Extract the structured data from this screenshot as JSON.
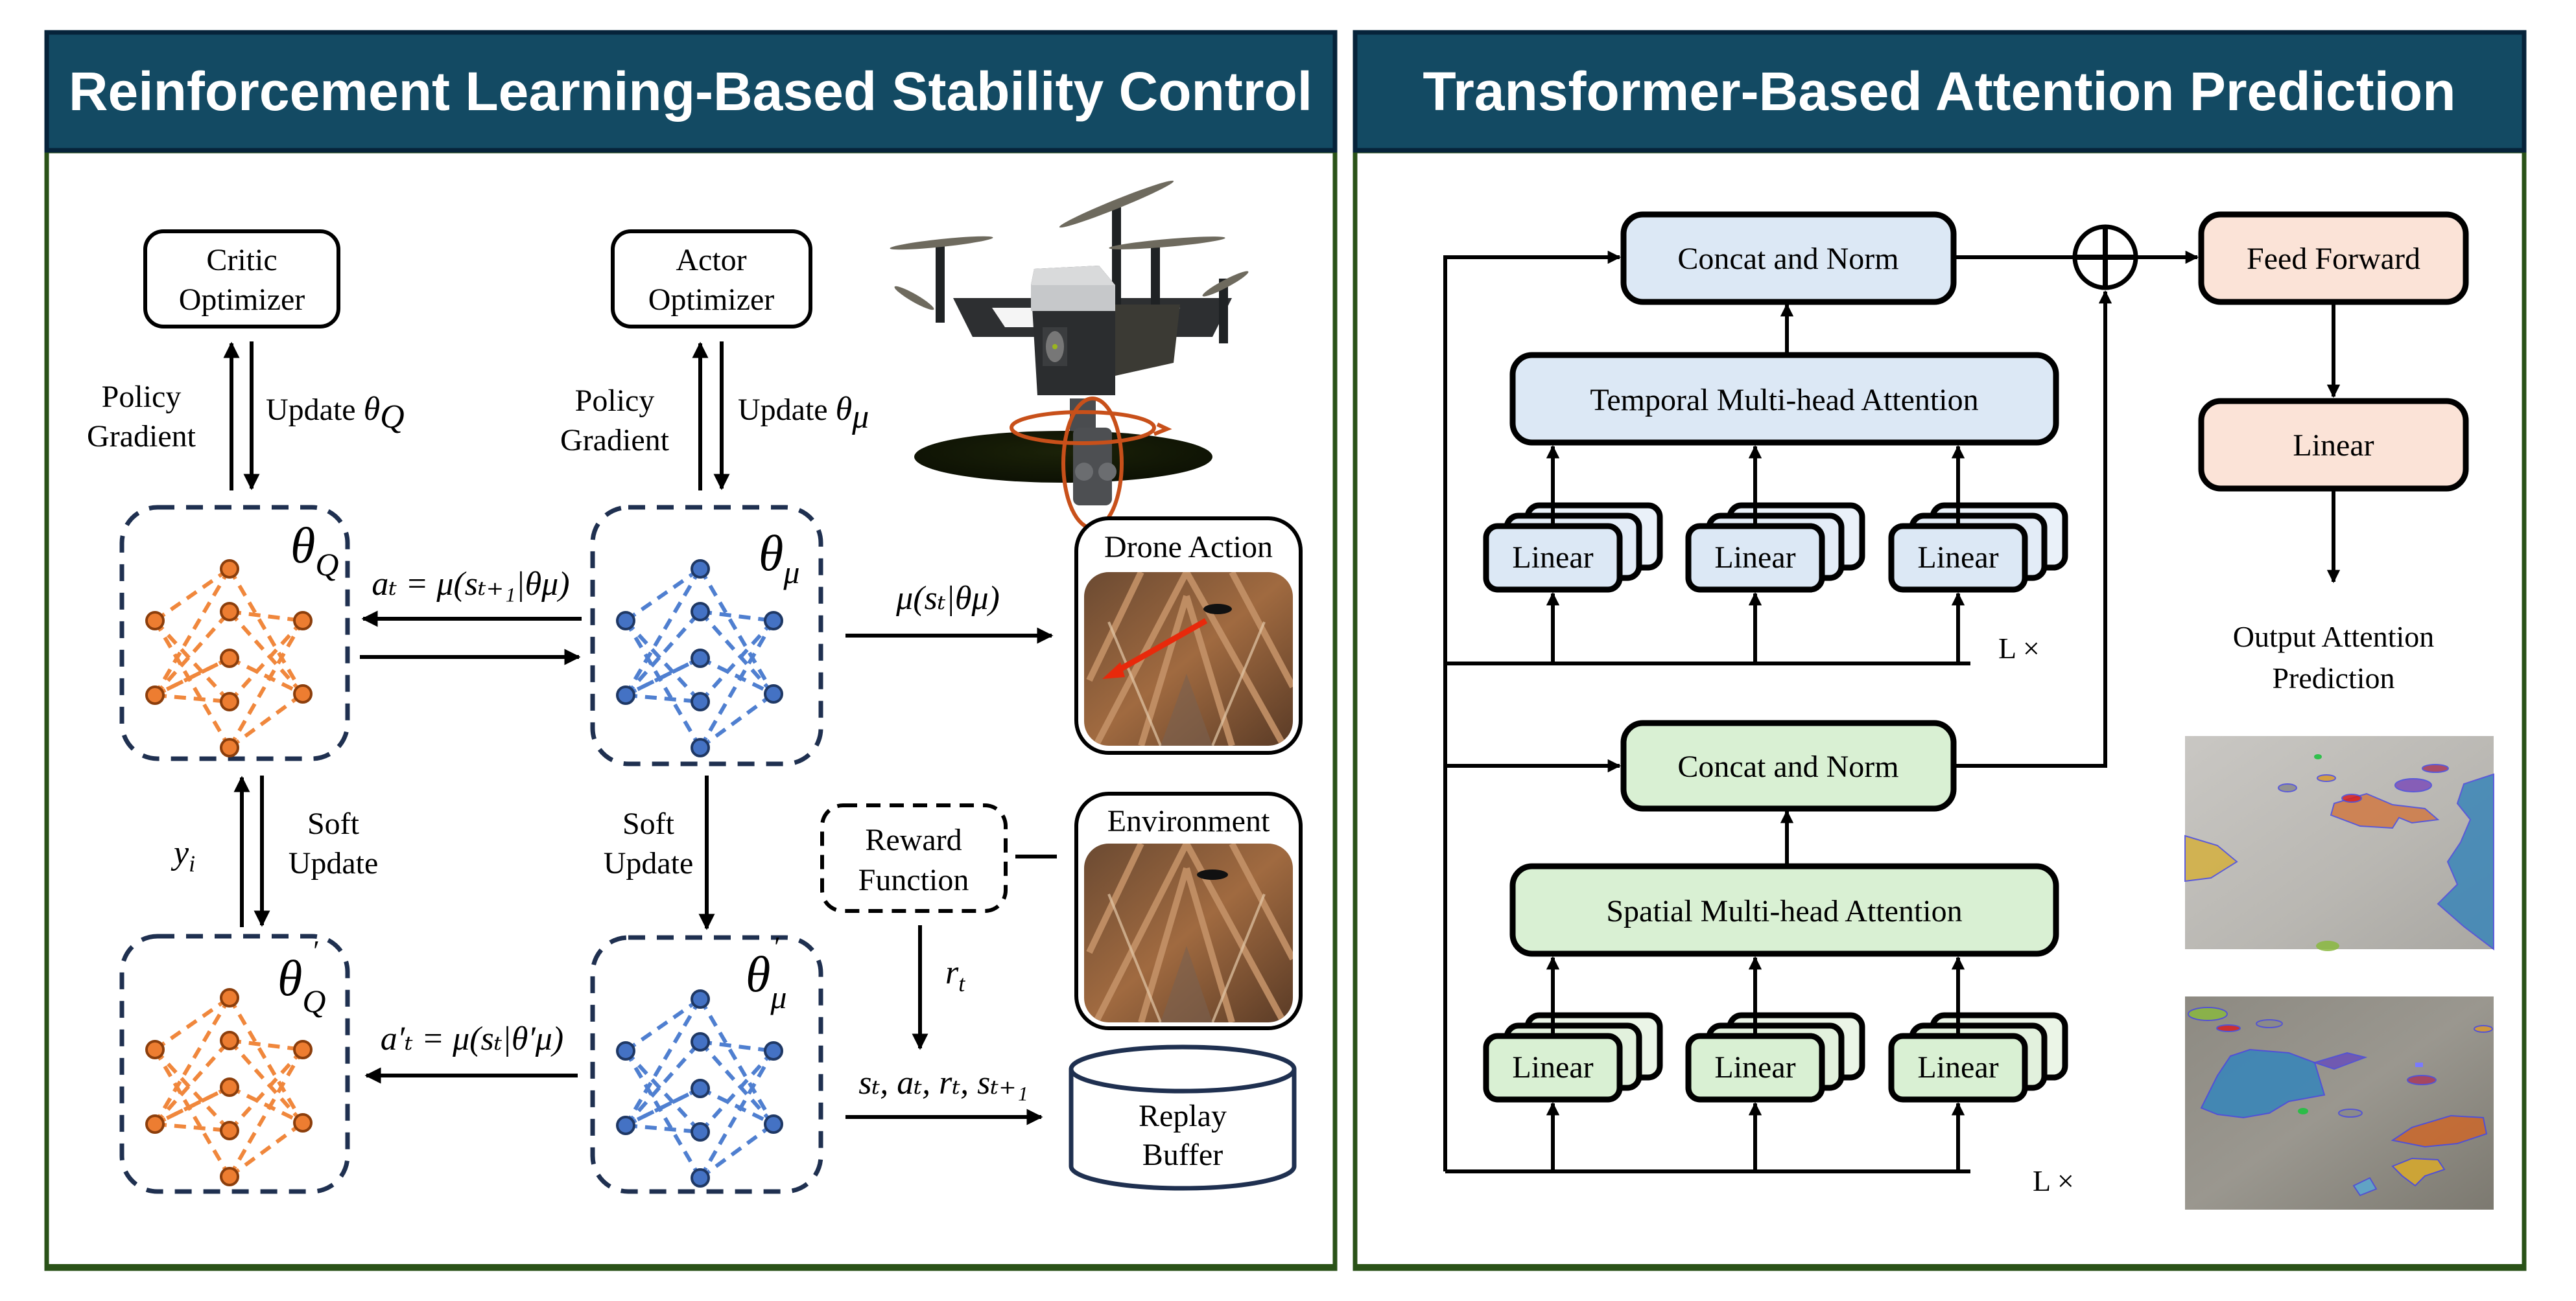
{
  "figure": {
    "left_panel": {
      "title": "Reinforcement Learning-Based Stability Control",
      "critic_optimizer": {
        "line1": "Critic",
        "line2": "Optimizer"
      },
      "actor_optimizer": {
        "line1": "Actor",
        "line2": "Optimizer"
      },
      "critic_policy_gradient": {
        "line1": "Policy",
        "line2": "Gradient"
      },
      "critic_update": {
        "text": "Update ",
        "symbol": "θ",
        "sub": "Q"
      },
      "actor_policy_gradient": {
        "line1": "Policy",
        "line2": "Gradient"
      },
      "actor_update": {
        "text": "Update ",
        "symbol": "θ",
        "sub": "μ"
      },
      "critic_net": {
        "symbol": "θ",
        "sub": "Q",
        "prime": ""
      },
      "actor_net": {
        "symbol": "θ",
        "sub": "μ",
        "prime": ""
      },
      "target_critic_net": {
        "symbol": "θ",
        "sub": "Q",
        "prime": "′"
      },
      "target_actor_net": {
        "symbol": "θ",
        "sub": "μ",
        "prime": "′"
      },
      "action_eq": "aₜ = μ(sₜ₊₁|θμ)",
      "policy_output": "μ(sₜ|θμ)",
      "target_action_eq": "a′ₜ = μ(sₜ|θ′μ)",
      "critic_soft_update": {
        "line1": "Soft",
        "line2": "Update"
      },
      "actor_soft_update": {
        "line1": "Soft",
        "line2": "Update"
      },
      "target_value": {
        "symbol": "y",
        "sub": "i"
      },
      "reward_function": {
        "line1": "Reward",
        "line2": "Function"
      },
      "reward_signal": {
        "symbol": "r",
        "sub": "t"
      },
      "transition_tuple": "sₜ, aₜ, rₜ, sₜ₊₁",
      "drone_action_label": "Drone Action",
      "environment_label": "Environment",
      "replay_buffer": {
        "line1": "Replay",
        "line2": "Buffer"
      }
    },
    "right_panel": {
      "title": "Transformer-Based Attention Prediction",
      "temporal_block": {
        "concat_norm": "Concat and Norm",
        "attention": "Temporal Multi-head Attention",
        "linear_heads": [
          "Linear",
          "Linear",
          "Linear"
        ],
        "repeat": "L ×"
      },
      "spatial_block": {
        "concat_norm": "Concat and Norm",
        "attention": "Spatial Multi-head Attention",
        "linear_heads": [
          "Linear",
          "Linear",
          "Linear"
        ],
        "repeat": "L ×"
      },
      "add_symbol": "⊕",
      "feed_forward": "Feed Forward",
      "output_linear": "Linear",
      "output_label": {
        "line1": "Output Attention",
        "line2": "Prediction"
      }
    },
    "colors": {
      "header_fill": "#134a63",
      "header_border": "#06233a",
      "panel_border": "#2a5218",
      "critic_node": "#ed7d31",
      "actor_node": "#4472c4",
      "net_box_dash": "#1f3050",
      "temporal_fill": "#dce8f5",
      "spatial_fill": "#d9f0d3",
      "output_fill": "#fbe3d7",
      "drone_arrow": "#e8290b",
      "rotation_arrow": "#c8501a"
    }
  }
}
